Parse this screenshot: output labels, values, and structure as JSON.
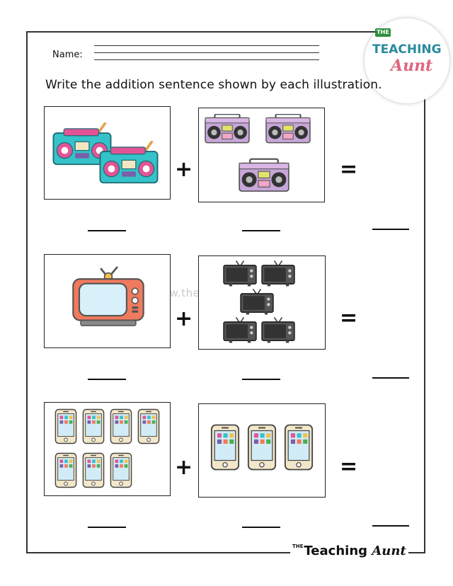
{
  "header": {
    "name_label": "Name:",
    "instruction": "Write the addition sentence shown by each illustration."
  },
  "logo": {
    "the": "THE",
    "teaching": "TEACHING",
    "aunt": "Aunt"
  },
  "watermark": "www.theteachingaunt.com",
  "problems": [
    {
      "left_item": "boombox-icon",
      "left_count": 2,
      "right_item": "boombox-icon",
      "right_count": 3,
      "plus": "+",
      "equals": "="
    },
    {
      "left_item": "tv-icon",
      "left_count": 1,
      "right_item": "tv-icon",
      "right_count": 5,
      "plus": "+",
      "equals": "="
    },
    {
      "left_item": "phone-icon",
      "left_count": 7,
      "right_item": "phone-icon",
      "right_count": 3,
      "plus": "+",
      "equals": "="
    }
  ],
  "footer": {
    "the": "THE",
    "teaching": "Teaching",
    "aunt": "Aunt"
  },
  "colors": {
    "teal": "#35c2c9",
    "pink": "#e35496",
    "purple": "#b28ac9",
    "tv_orange": "#f07a5e",
    "logo_green": "#2d8f3b",
    "logo_blue": "#2a8a9e",
    "logo_pink": "#e0657e"
  }
}
